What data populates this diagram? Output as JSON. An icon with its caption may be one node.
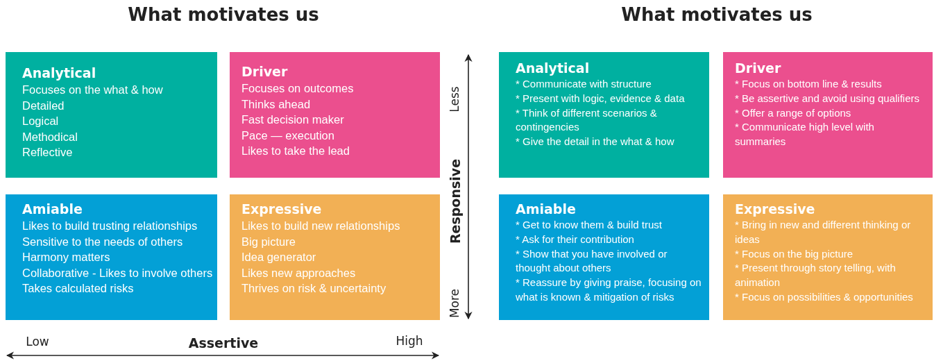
{
  "diagram": {
    "title": "What motivates us",
    "nodes": [
      {
        "text": [
          "Analytical",
          "Focuses on the what & how",
          "Detailed",
          "Logical",
          "Methodical",
          "Reflective"
        ]
      },
      {
        "text": [
          "Driver",
          "Focuses on outcomes",
          "Thinks ahead",
          "Fast decision maker",
          "Pace — execution",
          "Likes to take the lead"
        ]
      },
      {
        "text": [
          "Amiable",
          "Likes to build trusting relationships",
          "Sensitive to the needs of others",
          "Harmony matters",
          "Collaborative - Likes to involve others",
          "Takes calculated risks"
        ]
      },
      {
        "text": [
          "Expressive",
          "Likes to build new relationships",
          "Big picture",
          "Idea generator",
          "Likes new approaches",
          "Thrives on risk & uncertainty"
        ]
      },
      {
        "text": [
          "Analytical",
          "* Communicate with structure",
          "* Present with logic, evidence & data",
          "* Think of different scenarios & contingencies",
          "* Give the detail in the what & how"
        ]
      },
      {
        "text": [
          "Driver",
          "* Focus on bottom line & results",
          "* Be assertive and avoid using qualifiers",
          "* Offer a range of options",
          "* Communicate high level with summaries"
        ]
      },
      {
        "text": [
          "Amiable",
          "* Get to know them & build trust",
          "* Ask for their contribution",
          "* Show that you have involved or thought about others",
          "* Reassure by giving praise, focusing on what is known & mitigation of risks"
        ]
      },
      {
        "text": [
          "Expressive",
          "* Bring in new and different thinking or ideas",
          "* Focus on the big picture",
          "* Present through story telling, with animation",
          "* Focus on possibilities & opportunities"
        ]
      }
    ],
    "labels": [
      "What motivates us",
      "Less",
      "Responsive",
      "More",
      "Low",
      "Assertive",
      "High"
    ]
  }
}
